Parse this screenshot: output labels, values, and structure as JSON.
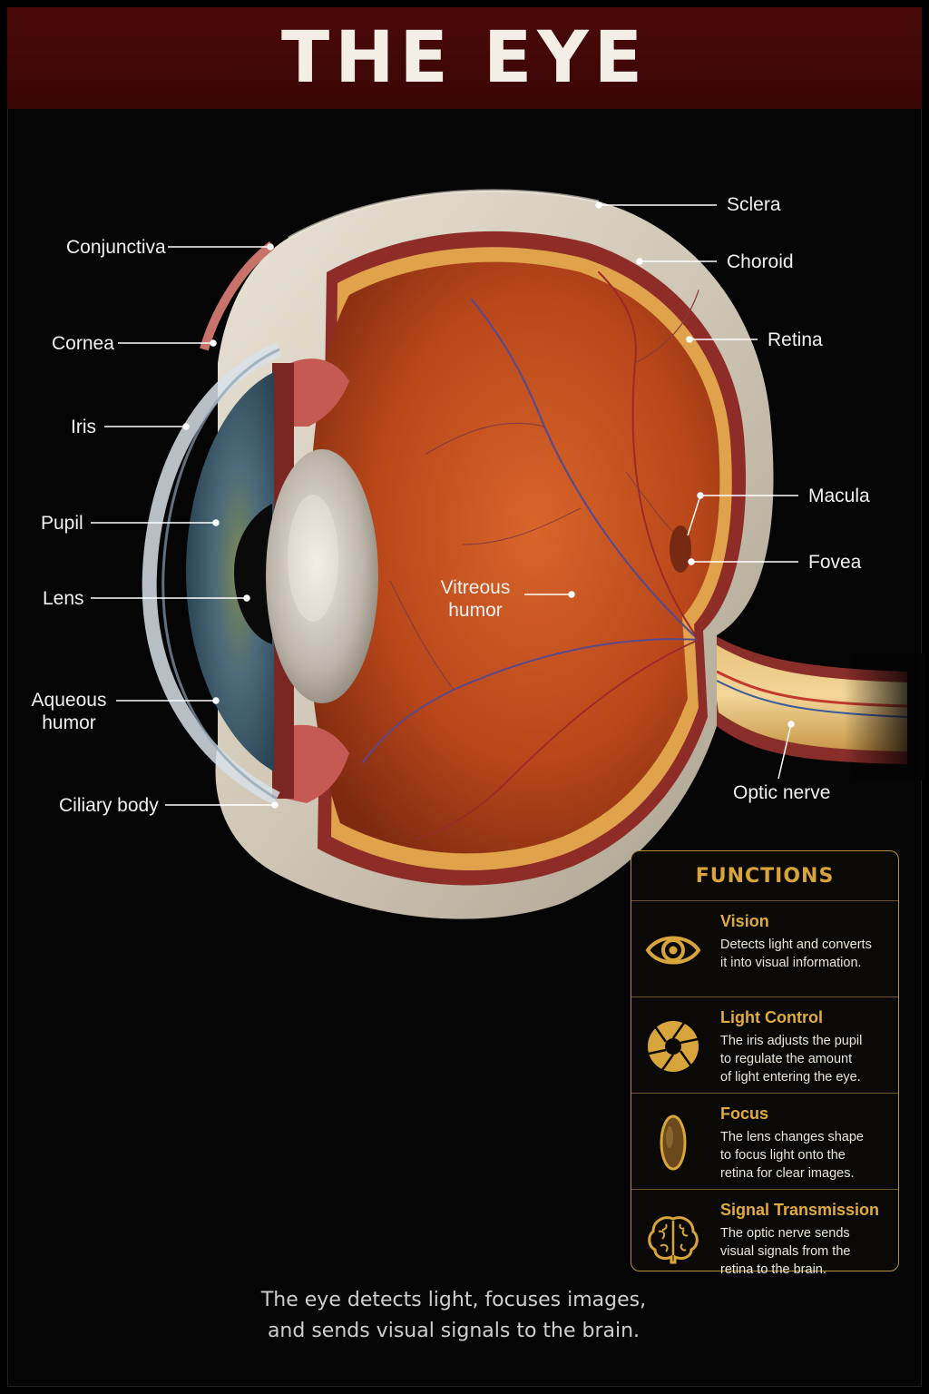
{
  "title": "THE EYE",
  "labels": {
    "sclera": "Sclera",
    "choroid": "Choroid",
    "retina": "Retina",
    "conjunctiva": "Conjunctiva",
    "cornea": "Cornea",
    "iris": "Iris",
    "pupil": "Pupil",
    "lens": "Lens",
    "aqueous_humor_1": "Aqueous",
    "aqueous_humor_2": "humor",
    "ciliary_body": "Ciliary body",
    "vitreous_humor_1": "Vitreous",
    "vitreous_humor_2": "humor",
    "macula": "Macula",
    "fovea": "Fovea",
    "optic_nerve": "Optic nerve"
  },
  "functions": {
    "heading": "FUNCTIONS",
    "items": [
      {
        "name": "Vision",
        "description": "Detects light and converts\nit into visual information.",
        "icon": "eye-icon"
      },
      {
        "name": "Light Control",
        "description": "The iris adjusts the pupil\nto regulate the amount\nof light entering the eye.",
        "icon": "aperture-icon"
      },
      {
        "name": "Focus",
        "description": "The lens changes shape\nto focus light onto the\nretina for clear images.",
        "icon": "lens-icon"
      },
      {
        "name": "Signal Transmission",
        "description": "The optic nerve sends\nvisual signals from the\nretina to the brain.",
        "icon": "brain-icon"
      }
    ]
  },
  "caption": {
    "line1": "The eye detects light, focuses images,",
    "line2": "and sends visual signals to the brain."
  },
  "colors": {
    "banner": "#4a0909",
    "accent_gold": "#d8a53c",
    "sclera": "#d9d2c4",
    "retina_orange": "#c8521c"
  }
}
